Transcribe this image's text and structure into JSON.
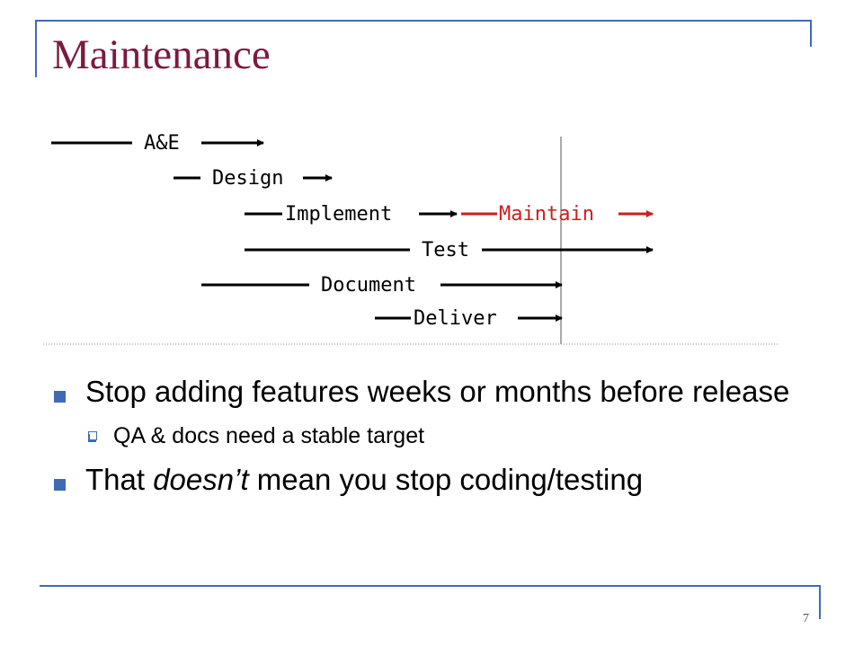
{
  "slide": {
    "title": "Maintenance",
    "page_number": "7"
  },
  "timeline": {
    "phases": {
      "ae": "A&E",
      "design": "Design",
      "implement": "Implement",
      "maintain": "Maintain",
      "test": "Test",
      "document": "Document",
      "deliver": "Deliver"
    },
    "colors": {
      "normal": "#000000",
      "maintain": "#cc1f1f",
      "line": "#555555"
    }
  },
  "bullets": [
    {
      "level": 1,
      "text": "Stop adding features weeks or months before release"
    },
    {
      "level": 2,
      "text": "QA & docs need a stable target"
    },
    {
      "level": 1,
      "pre": "That ",
      "em": "doesn’t",
      "post": " mean you stop coding/testing"
    }
  ],
  "colors": {
    "title": "#7a1b3e",
    "accent": "#3f6bb5"
  }
}
